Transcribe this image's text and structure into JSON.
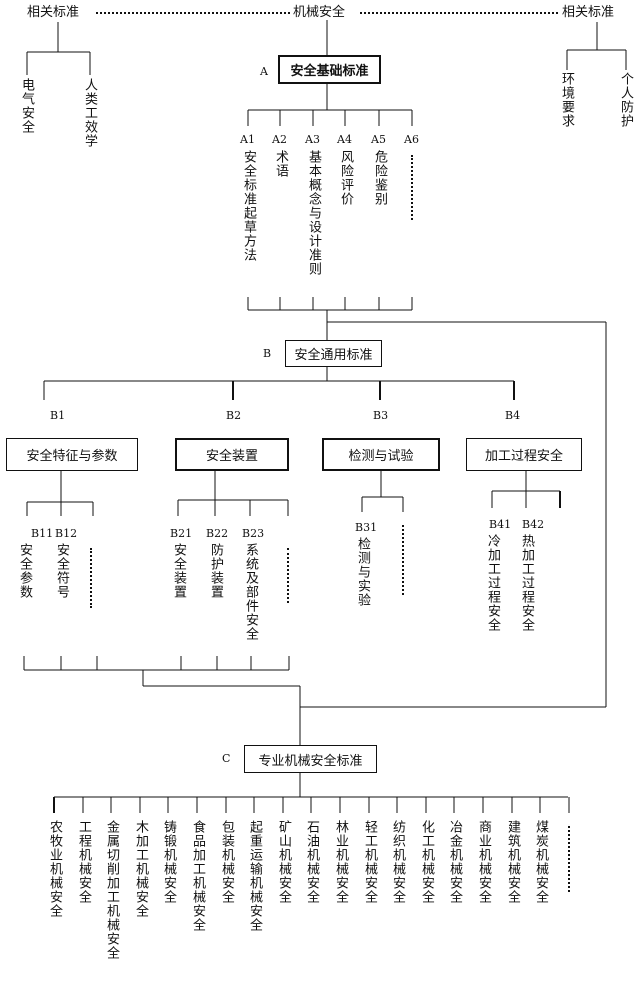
{
  "top": {
    "left_related": "相关标准",
    "center": "机械安全",
    "right_related": "相关标准"
  },
  "left_related_items": [
    "电气安全",
    "人类工效学"
  ],
  "right_related_items": [
    "环境要求",
    "个人防护"
  ],
  "A": {
    "letter": "A",
    "title": "安全基础标准",
    "items": [
      {
        "code": "A1",
        "label": "安全标准起草方法"
      },
      {
        "code": "A2",
        "label": "术语"
      },
      {
        "code": "A3",
        "label": "基本概念与设计准则"
      },
      {
        "code": "A4",
        "label": "风险评价"
      },
      {
        "code": "A5",
        "label": "危险鉴别"
      },
      {
        "code": "A6",
        "label": ""
      }
    ]
  },
  "B": {
    "letter": "B",
    "title": "安全通用标准",
    "groups": [
      {
        "code": "B1",
        "title": "安全特征与参数",
        "items": [
          {
            "code": "B11",
            "label": "安全参数"
          },
          {
            "code": "B12",
            "label": "安全符号"
          }
        ]
      },
      {
        "code": "B2",
        "title": "安全装置",
        "items": [
          {
            "code": "B21",
            "label": "安全装置"
          },
          {
            "code": "B22",
            "label": "防护装置"
          },
          {
            "code": "B23",
            "label": "系统及部件安全"
          }
        ]
      },
      {
        "code": "B3",
        "title": "检测与试验",
        "items": [
          {
            "code": "B31",
            "label": "检测与实验"
          }
        ]
      },
      {
        "code": "B4",
        "title": "加工过程安全",
        "items": [
          {
            "code": "B41",
            "label": "冷加工过程安全"
          },
          {
            "code": "B42",
            "label": "热加工过程安全"
          }
        ]
      }
    ]
  },
  "C": {
    "letter": "C",
    "title": "专业机械安全标准",
    "items": [
      "农牧业机械安全",
      "工程机械安全",
      "金属切削加工机械安全",
      "木加工机械安全",
      "铸锻机械安全",
      "食品加工机械安全",
      "包装机械安全",
      "起重运输机械安全",
      "矿山机械安全",
      "石油机械安全",
      "林业机械安全",
      "轻工机械安全",
      "纺织机械安全",
      "化工机械安全",
      "冶金机械安全",
      "商业机械安全",
      "建筑机械安全",
      "煤炭机械安全"
    ]
  }
}
